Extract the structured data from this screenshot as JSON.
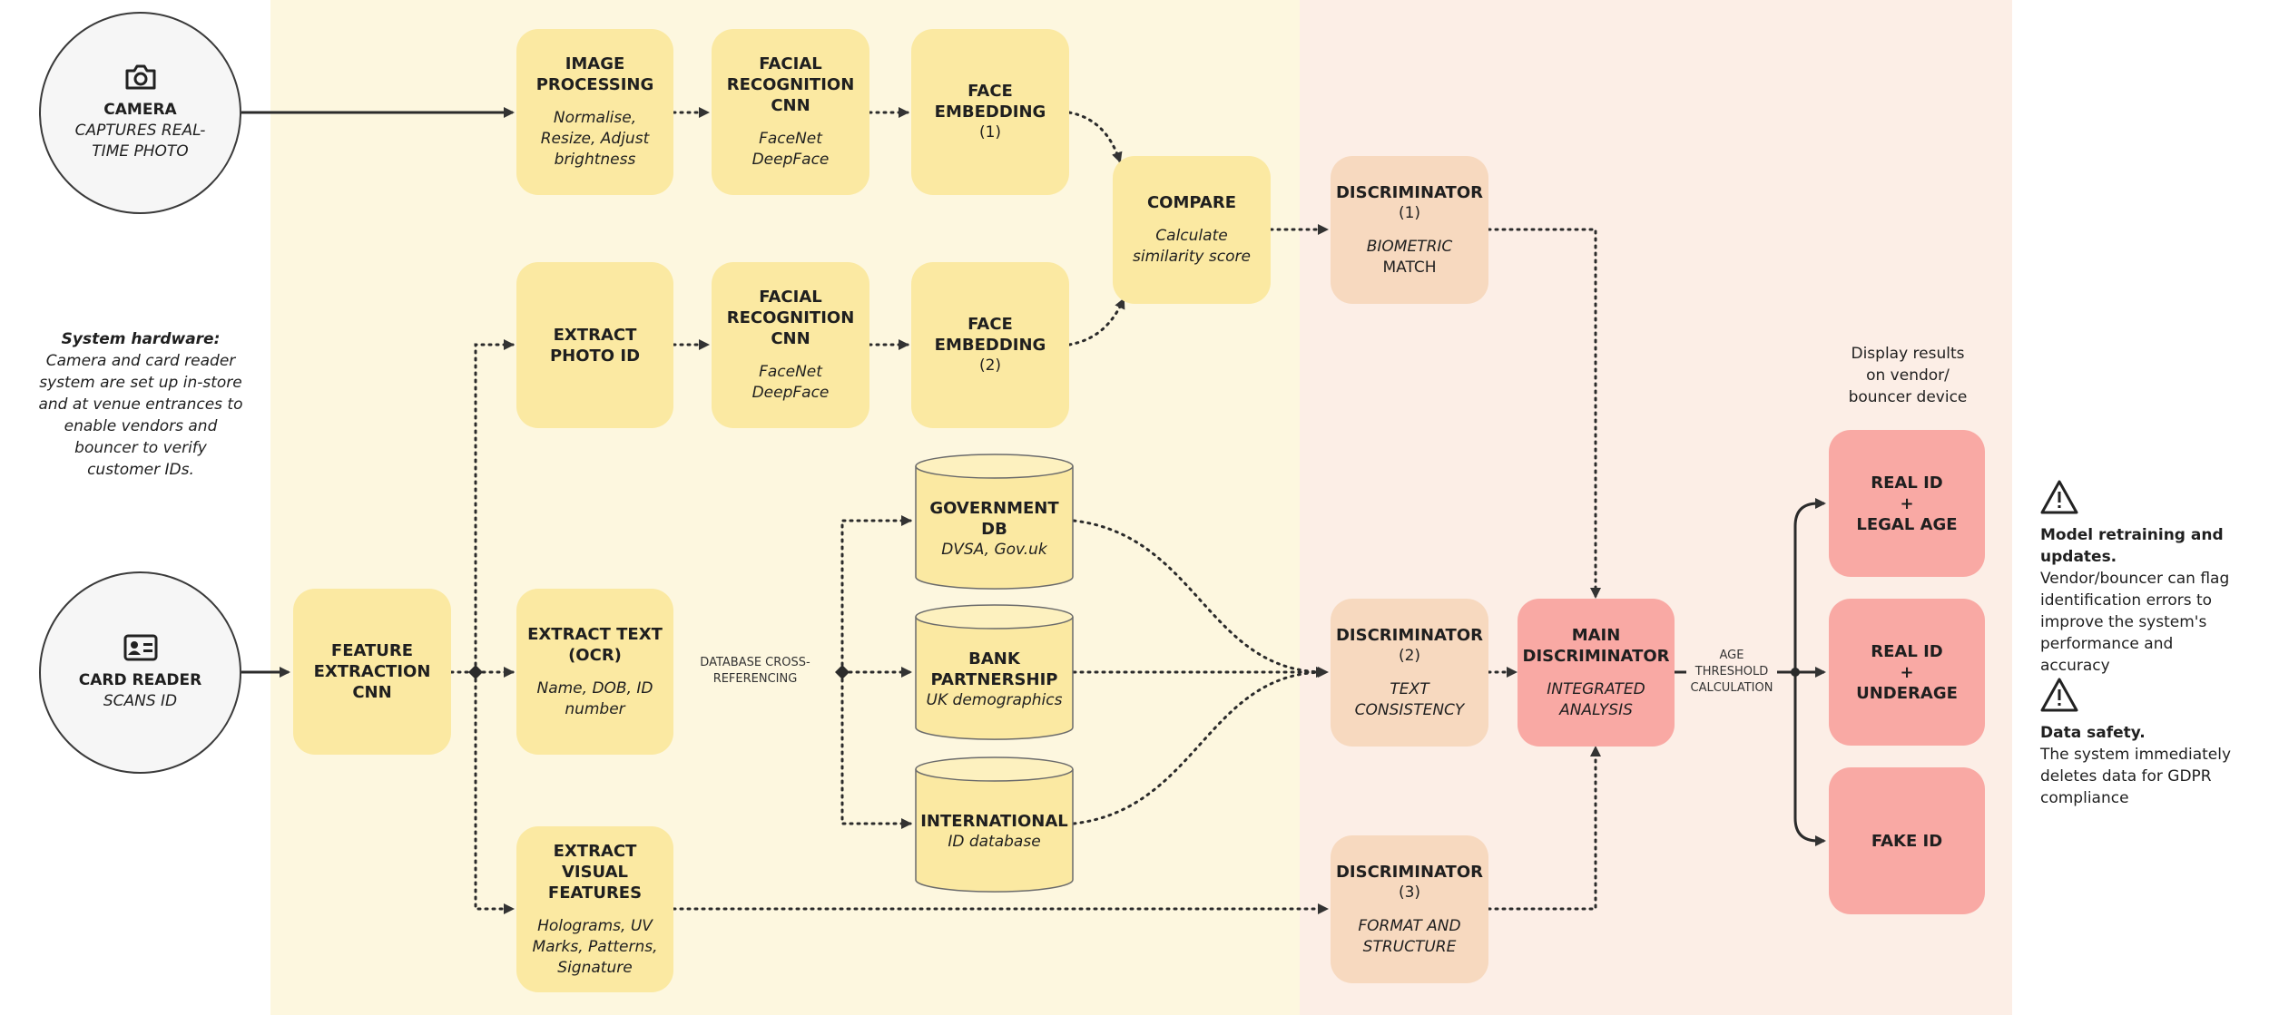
{
  "camera": {
    "title": "CAMERA",
    "sub": "CAPTURES REAL-TIME PHOTO",
    "icon": "camera-icon"
  },
  "card_reader": {
    "title": "CARD READER",
    "sub": "SCANS ID",
    "icon": "id-card-icon"
  },
  "hardware_note": {
    "title": "System hardware:",
    "body": "Camera and card reader system are set up in-store and at venue entrances to enable vendors and bouncer to verify customer IDs."
  },
  "image_processing": {
    "title": "IMAGE PROCESSING",
    "sub": "Normalise, Resize, Adjust brightness"
  },
  "facial_cnn_1": {
    "title": "FACIAL RECOGNITION CNN",
    "sub": "FaceNet DeepFace"
  },
  "face_embedding_1": {
    "title": "FACE EMBEDDING",
    "num": "(1)"
  },
  "compare": {
    "title": "COMPARE",
    "sub": "Calculate similarity score"
  },
  "extract_photo": {
    "title": "EXTRACT PHOTO ID"
  },
  "facial_cnn_2": {
    "title": "FACIAL RECOGNITION CNN",
    "sub": "FaceNet DeepFace"
  },
  "face_embedding_2": {
    "title": "FACE EMBEDDING",
    "num": "(2)"
  },
  "feature_extraction": {
    "title": "FEATURE EXTRACTION CNN"
  },
  "extract_text": {
    "title": "EXTRACT TEXT (OCR)",
    "sub": "Name, DOB, ID number"
  },
  "db_label": "DATABASE CROSS-REFERENCING",
  "gov_db": {
    "title": "GOVERNMENT DB",
    "sub": "DVSA, Gov.uk"
  },
  "bank_db": {
    "title": "BANK PARTNERSHIP",
    "sub": "UK demographics"
  },
  "intl_db": {
    "title": "INTERNATIONAL",
    "sub": "ID database"
  },
  "extract_visual": {
    "title": "EXTRACT VISUAL FEATURES",
    "sub": "Holograms, UV Marks, Patterns, Signature"
  },
  "disc_1": {
    "title": "DISCRIMINATOR",
    "num": "(1)",
    "sub_italic": "BIOMETRIC",
    "sub": "MATCH"
  },
  "disc_2": {
    "title": "DISCRIMINATOR",
    "num": "(2)",
    "sub": "TEXT CONSISTENCY"
  },
  "disc_3": {
    "title": "DISCRIMINATOR",
    "num": "(3)",
    "sub": "FORMAT AND STRUCTURE"
  },
  "main_disc": {
    "title": "MAIN DISCRIMINATOR",
    "sub": "INTEGRATED ANALYSIS"
  },
  "age_label": "AGE THRESHOLD CALCULATION",
  "display_label": "Display results on vendor/ bouncer device",
  "result_real_legal": {
    "line1": "REAL ID",
    "plus": "+",
    "line2": "LEGAL AGE"
  },
  "result_real_under": {
    "line1": "REAL ID",
    "plus": "+",
    "line2": "UNDERAGE"
  },
  "result_fake": {
    "line1": "FAKE ID"
  },
  "note_retraining": {
    "title": "Model retraining and updates.",
    "body": "Vendor/bouncer can flag identification errors to improve the system's performance and accuracy",
    "icon": "warning-icon"
  },
  "note_safety": {
    "title": "Data safety.",
    "body": "The system immediately deletes data for GDPR compliance",
    "icon": "warning-icon"
  },
  "colors": {
    "input_zone": "#fdf7df",
    "discriminator_zone": "#fceee6",
    "process": "#fbe9a2",
    "discriminator": "#f7d9bf",
    "result": "#f9a9a4"
  }
}
